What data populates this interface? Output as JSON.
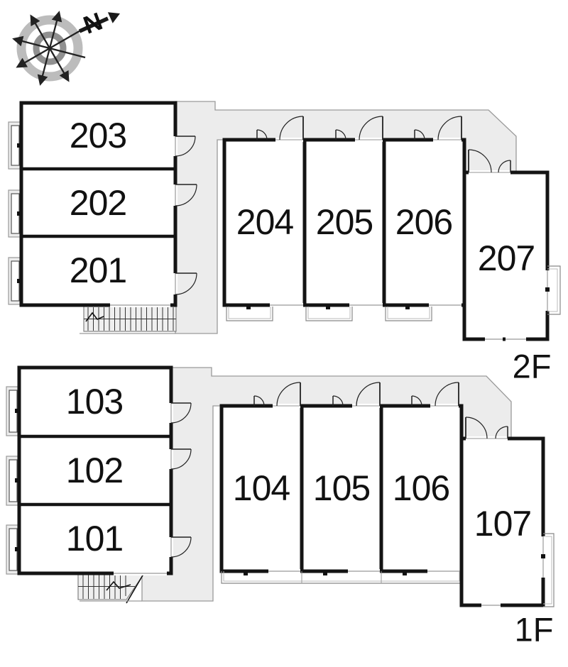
{
  "compass": {
    "north_label": "N"
  },
  "floors": [
    {
      "label": "2F",
      "rooms": [
        {
          "number": "203"
        },
        {
          "number": "202"
        },
        {
          "number": "201"
        },
        {
          "number": "204"
        },
        {
          "number": "205"
        },
        {
          "number": "206"
        },
        {
          "number": "207"
        }
      ]
    },
    {
      "label": "1F",
      "rooms": [
        {
          "number": "103"
        },
        {
          "number": "102"
        },
        {
          "number": "101"
        },
        {
          "number": "104"
        },
        {
          "number": "105"
        },
        {
          "number": "106"
        },
        {
          "number": "107"
        }
      ]
    }
  ],
  "colors": {
    "wall": "#141414",
    "corridor_fill": "#ececec",
    "thin_outline": "#9a9a9a",
    "label_text": "#111111",
    "compass_ring_outer": "#bcbcbc",
    "compass_ring_inner": "#909090"
  }
}
